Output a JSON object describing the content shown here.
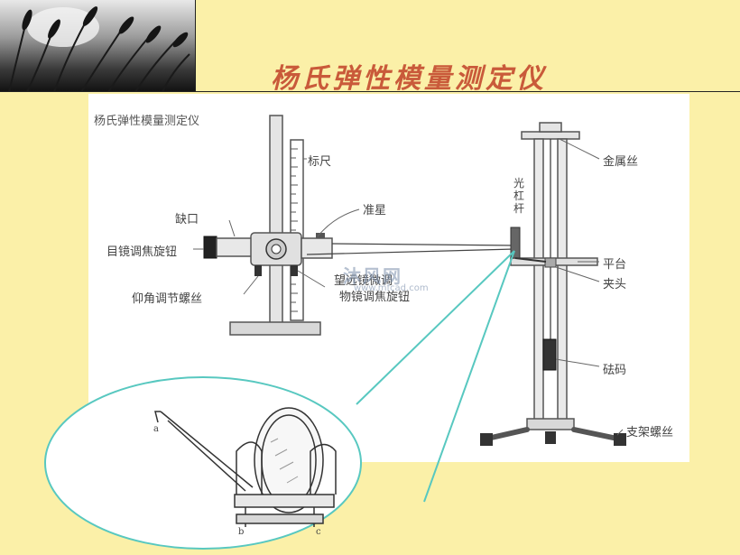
{
  "slide": {
    "title": "杨氏弹性模量测定仪",
    "panel_title": "杨氏弹性模量测定仪"
  },
  "labels": {
    "scale": "标尺",
    "front_sight": "准星",
    "notch": "缺口",
    "eyepiece_focus": "目镜调焦旋钮",
    "micro_adjust": "望远镜微调",
    "objective_focus": "物镜调焦旋钮",
    "tilt_screw": "仰角调节螺丝",
    "lever": "光杠杆",
    "wire": "金属丝",
    "platform": "平台",
    "clamp": "夹头",
    "weight": "砝码",
    "stand_screw": "支架螺丝",
    "point_a": "a",
    "point_b": "b",
    "point_c": "c"
  },
  "watermark": {
    "text": "沐风网",
    "url": "www.mfcad.com"
  },
  "colors": {
    "background": "#fbf0a8",
    "title": "#c95a3a",
    "callout": "#58c8c0"
  }
}
